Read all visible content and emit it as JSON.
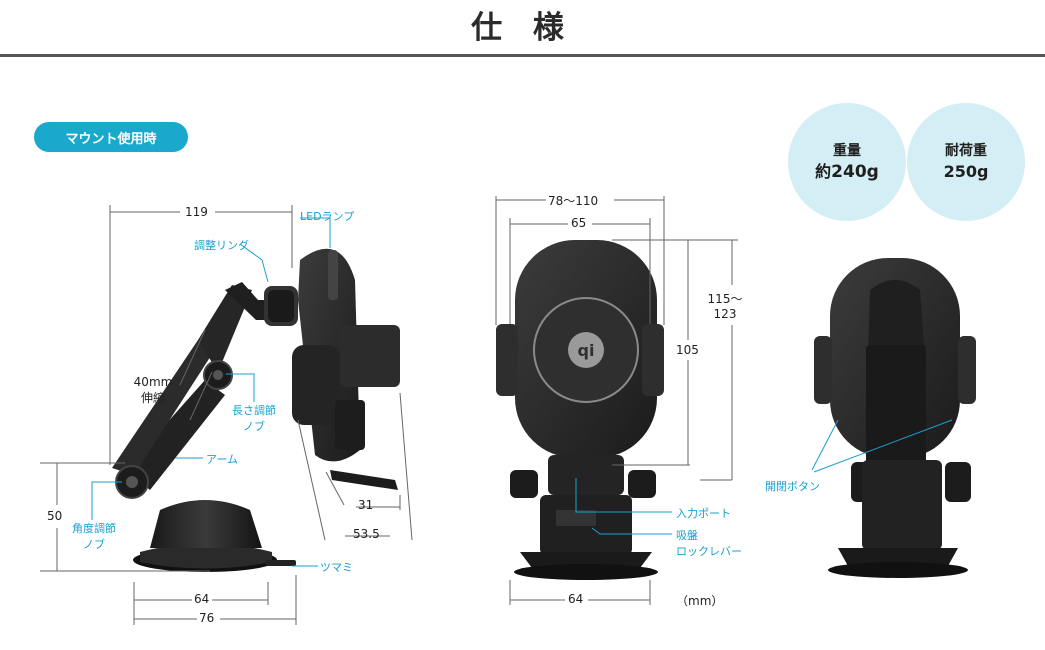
{
  "header": {
    "title": "仕 様"
  },
  "mount_label": "マウント使用時",
  "specs": {
    "weight": {
      "label": "重量",
      "prefix": "約",
      "value": "240g"
    },
    "load": {
      "label": "耐荷重",
      "value": "250g"
    }
  },
  "side_view": {
    "dims": {
      "width_top": "119",
      "extension_line1": "40mm",
      "extension_line2": "伸縮",
      "height": "50",
      "holder_depth": "31",
      "holder_width": "53.5",
      "base_inner": "64",
      "base_outer": "76"
    },
    "parts": {
      "led": "LEDランプ",
      "ring": "調整リング",
      "arm_knob_line1": "長さ調節",
      "arm_knob_line2": "ノブ",
      "arm": "アーム",
      "angle_knob_line1": "角度調節",
      "angle_knob_line2": "ノブ",
      "tab": "ツマミ"
    }
  },
  "front_view": {
    "dims": {
      "width_open": "78〜110",
      "width_inner": "65",
      "height_range_line1": "115〜",
      "height_range_line2": "123",
      "height": "105",
      "base": "64"
    },
    "parts": {
      "input_port": "入力ポート",
      "suction_line1": "吸盤",
      "suction_line2": "ロックレバー"
    },
    "unit": "（mm）"
  },
  "back_view": {
    "parts": {
      "release_button": "開閉ボタン"
    }
  },
  "colors": {
    "accent": "#1aa9cc",
    "circle_bg": "#d3eef4",
    "label_blue": "#1a9fd0",
    "rule": "#555555"
  }
}
